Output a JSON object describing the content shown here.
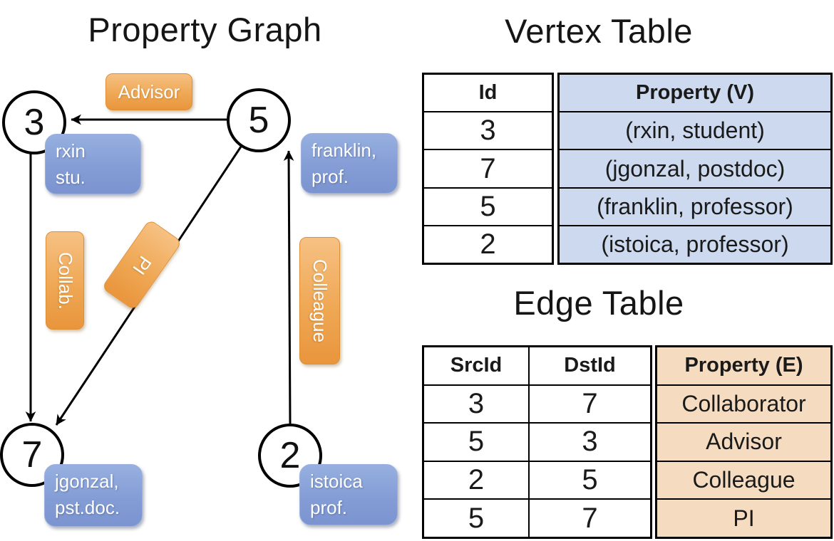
{
  "graph": {
    "title": "Property Graph",
    "nodes": [
      {
        "id": "3",
        "property": "rxin\nstu."
      },
      {
        "id": "5",
        "property": "franklin,\nprof."
      },
      {
        "id": "7",
        "property": "jgonzal,\npst.doc."
      },
      {
        "id": "2",
        "property": "istoica\nprof."
      }
    ],
    "edges": [
      {
        "label": "Advisor",
        "from": "5",
        "to": "3"
      },
      {
        "label": "Collab.",
        "from": "3",
        "to": "7"
      },
      {
        "label": "PI",
        "from": "5",
        "to": "7"
      },
      {
        "label": "Colleague",
        "from": "2",
        "to": "5"
      }
    ]
  },
  "vertex_table": {
    "title": "Vertex Table",
    "columns": [
      "Id",
      "Property (V)"
    ],
    "rows": [
      [
        "3",
        "(rxin, student)"
      ],
      [
        "7",
        "(jgonzal, postdoc)"
      ],
      [
        "5",
        "(franklin, professor)"
      ],
      [
        "2",
        "(istoica, professor)"
      ]
    ]
  },
  "edge_table": {
    "title": "Edge Table",
    "columns": [
      "SrcId",
      "DstId",
      "Property (E)"
    ],
    "rows": [
      [
        "3",
        "7",
        "Collaborator"
      ],
      [
        "5",
        "3",
        "Advisor"
      ],
      [
        "2",
        "5",
        "Colleague"
      ],
      [
        "5",
        "7",
        "PI"
      ]
    ]
  },
  "colors": {
    "vertex_property_fill": "#cdd9ee",
    "edge_property_fill": "#f5dcc1",
    "node_property_box_blue": "#7f98d2",
    "edge_label_box_orange": "#eda24f",
    "line_and_border": "#000000",
    "background": "#ffffff"
  }
}
